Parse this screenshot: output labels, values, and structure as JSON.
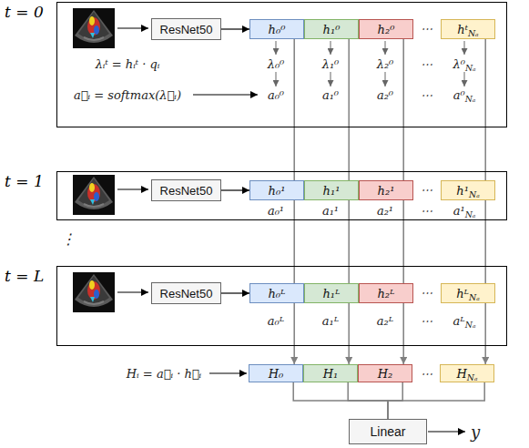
{
  "diagram": {
    "nodes": [
      {
        "text": [
          "t = 0"
        ]
      },
      {
        "text": [
          "ResNet50"
        ],
        "in": 0
      },
      {
        "text": [
          "h₀⁰"
        ],
        "in": 0
      },
      {
        "text": [
          "h₁⁰"
        ],
        "in": 0
      },
      {
        "text": [
          "h₂⁰"
        ],
        "in": 0
      },
      {
        "text": [
          "hᵗNₐ"
        ],
        "in": 0
      },
      {
        "text": [
          "t = 1"
        ]
      },
      {
        "text": [
          "ResNet50"
        ],
        "in": 6
      },
      {
        "text": [
          "h₀¹"
        ],
        "in": 6
      },
      {
        "text": [
          "h₁¹"
        ],
        "in": 6
      },
      {
        "text": [
          "h₂¹"
        ],
        "in": 6
      },
      {
        "text": [
          "h¹Nₐ"
        ],
        "in": 6
      },
      {
        "text": [
          "t = L"
        ]
      },
      {
        "text": [
          "ResNet50"
        ],
        "in": 12
      },
      {
        "text": [
          "h₀ᴸ"
        ],
        "in": 12
      },
      {
        "text": [
          "h₁ᴸ"
        ],
        "in": 12
      },
      {
        "text": [
          "h₂ᴸ"
        ],
        "in": 12
      },
      {
        "text": [
          "hᴸNₐ"
        ],
        "in": 12
      },
      {
        "text": [
          "H₀"
        ]
      },
      {
        "text": [
          "H₁"
        ]
      },
      {
        "text": [
          "H₂"
        ]
      },
      {
        "text": [
          "HNₐ"
        ]
      },
      {
        "text": [
          "Linear"
        ]
      }
    ],
    "edges": [
      {
        "from": 1,
        "to": 2,
        "arrow": "to"
      },
      {
        "from": 7,
        "to": 8,
        "arrow": "to"
      },
      {
        "from": 13,
        "to": 14,
        "arrow": "to"
      },
      {
        "from": 2,
        "to": 18,
        "arrow": "to"
      },
      {
        "from": 3,
        "to": 19,
        "arrow": "to"
      },
      {
        "from": 4,
        "to": 20,
        "arrow": "to"
      },
      {
        "from": 5,
        "to": 21,
        "arrow": "to"
      },
      {
        "from": 18,
        "to": 22,
        "arrow": "none"
      },
      {
        "from": 19,
        "to": 22,
        "arrow": "none"
      },
      {
        "from": 20,
        "to": 22,
        "arrow": "none"
      },
      {
        "from": 21,
        "to": 22,
        "arrow": "none"
      }
    ],
    "labels": [
      "⋯",
      "λᵢᵗ = hᵢᵗ · qᵢ",
      "λ₀⁰",
      "λ₁⁰",
      "λ₂⁰",
      "⋯",
      "λ⁰Nₐ",
      "a⃗ᵢ = softmax(λ⃗ᵢ)",
      "a₀⁰",
      "a₁⁰",
      "a₂⁰",
      "⋯",
      "a⁰Nₐ",
      "⋯",
      "a₀¹",
      "a₁¹",
      "a₂¹",
      "⋯",
      "a¹Nₐ",
      "⋮",
      "⋯",
      "a₀ᴸ",
      "a₁ᴸ",
      "a₂ᴸ",
      "⋯",
      "aᴸNₐ",
      "Hᵢ = a⃗ᵢ · h⃗ᵢ",
      "⋯",
      "y"
    ]
  }
}
